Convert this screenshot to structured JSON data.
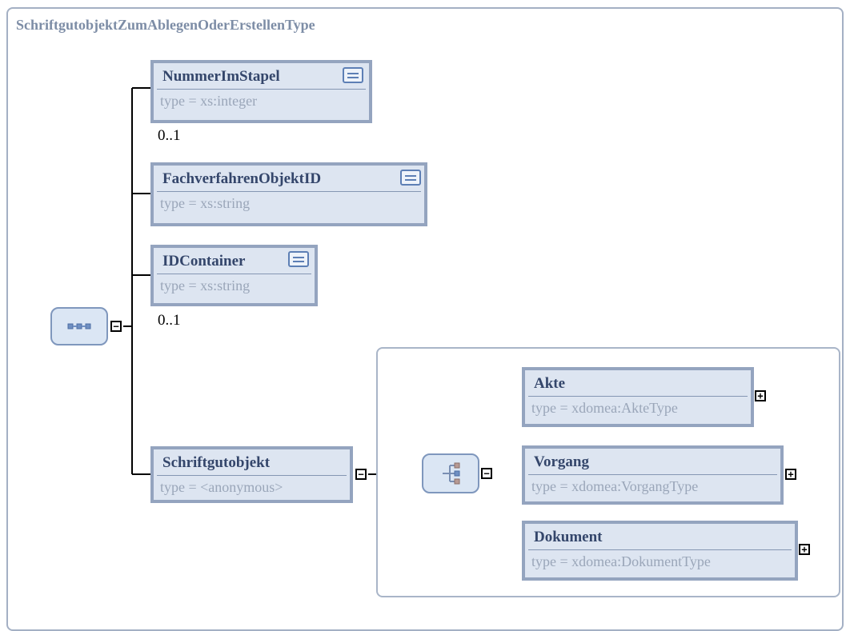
{
  "complex_type": {
    "title": "SchriftgutobjektZumAblegenOderErstellenType"
  },
  "elements": [
    {
      "name": "NummerImStapel",
      "type": "type  =  xs:integer",
      "occurs": "0..1",
      "icon": "documentation-icon"
    },
    {
      "name": "FachverfahrenObjektID",
      "type": "type  =  xs:string",
      "icon": "documentation-icon"
    },
    {
      "name": "IDContainer",
      "type": "type  =  xs:string",
      "occurs": "0..1",
      "icon": "documentation-icon"
    },
    {
      "name": "Schriftgutobjekt",
      "type": "type  =  <anonymous>"
    }
  ],
  "choice_elements": [
    {
      "name": "Akte",
      "type": "type  =  xdomea:AkteType"
    },
    {
      "name": "Vorgang",
      "type": "type  =  xdomea:VorgangType"
    },
    {
      "name": "Dokument",
      "type": "type  =  xdomea:DokumentType"
    }
  ],
  "toggles": {
    "collapse": "−",
    "expand": "+"
  },
  "colors": {
    "element_fill": "#dde5f1",
    "element_border": "#94a4bf",
    "title": "#7d8da6",
    "name": "#34466b",
    "type": "#9aa6b9"
  }
}
